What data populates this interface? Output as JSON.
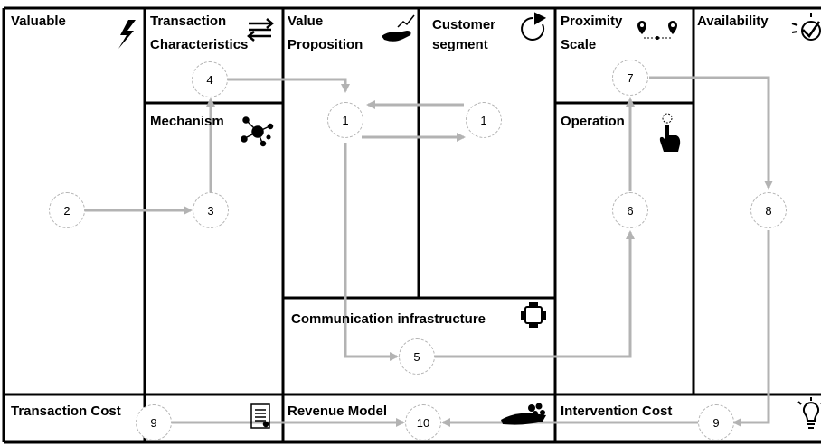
{
  "cells": {
    "valuable": "Valuable",
    "transaction_characteristics_1": "Transaction",
    "transaction_characteristics_2": "Characteristics",
    "mechanism": "Mechanism",
    "value_proposition_1": "Value",
    "value_proposition_2": "Proposition",
    "customer_segment_1": "Customer",
    "customer_segment_2": "segment",
    "proximity_scale_1": "Proximity",
    "proximity_scale_2": "Scale",
    "operation": "Operation",
    "availability": "Availability",
    "communication_infrastructure": "Communication infrastructure",
    "transaction_cost": "Transaction Cost",
    "revenue_model": "Revenue Model",
    "intervention_cost": "Intervention Cost"
  },
  "steps": {
    "step_4": "4",
    "step_1a": "1",
    "step_1b": "1",
    "step_7": "7",
    "step_2": "2",
    "step_3": "3",
    "step_6": "6",
    "step_8": "8",
    "step_5": "5",
    "step_9a": "9",
    "step_10": "10",
    "step_9b": "9"
  },
  "colors": {
    "grid": "#000000",
    "arrow": "#b3b3b3",
    "circle_border": "#b3b3b3"
  },
  "icons": {
    "valuable": "lightning-icon",
    "transaction_characteristics": "exchange-arrows-icon",
    "mechanism": "network-nodes-icon",
    "value_proposition": "hand-growth-icon",
    "customer_segment": "circular-arrow-icon",
    "proximity_scale": "map-pins-icon",
    "operation": "pointing-hand-icon",
    "availability": "checkmark-lightbulb-icon",
    "communication_infrastructure": "connected-screen-icon",
    "transaction_cost": "document-icon",
    "revenue_model": "coins-hand-icon",
    "intervention_cost": "lightbulb-icon"
  }
}
